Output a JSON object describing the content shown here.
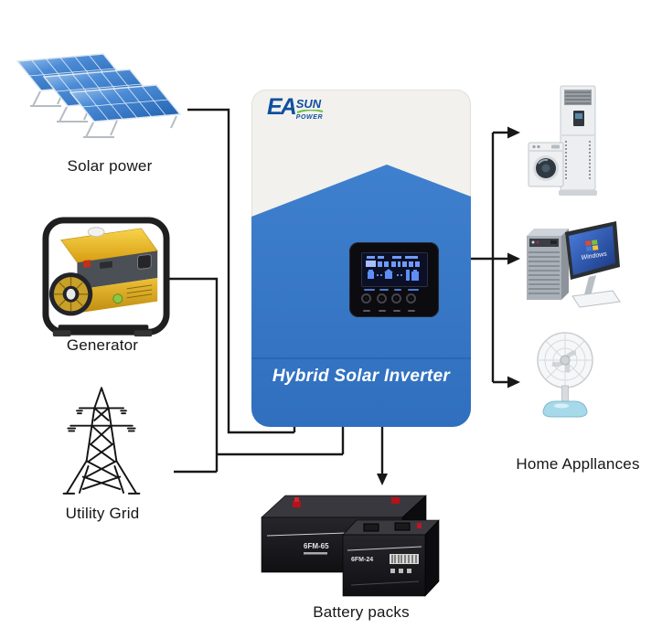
{
  "labels": {
    "solar": "Solar power",
    "generator": "Generator",
    "utility_grid": "Utility Grid",
    "home_appliances": "Home Appllances",
    "battery": "Battery packs"
  },
  "inverter": {
    "brand": {
      "ea": "EA",
      "sun": "SUN",
      "power": "POWER"
    },
    "title": "Hybrid Solar Inverter"
  },
  "batteries": {
    "large_model": "6FM-65",
    "small_model": "6FM-24"
  },
  "computer": {
    "screen_text": "Windows"
  },
  "colors": {
    "inverter_blue": "#3576C5",
    "inverter_panel_white": "#F2F1ED",
    "logo_blue": "#0F4FA0",
    "logo_green": "#6CBE45",
    "generator_yellow": "#EABB2F",
    "solar_panel_blue": "#2E6FC0",
    "fan_base_blue": "#A6DAEA",
    "line_black": "#181818",
    "battery_black": "#1B1B1F"
  }
}
